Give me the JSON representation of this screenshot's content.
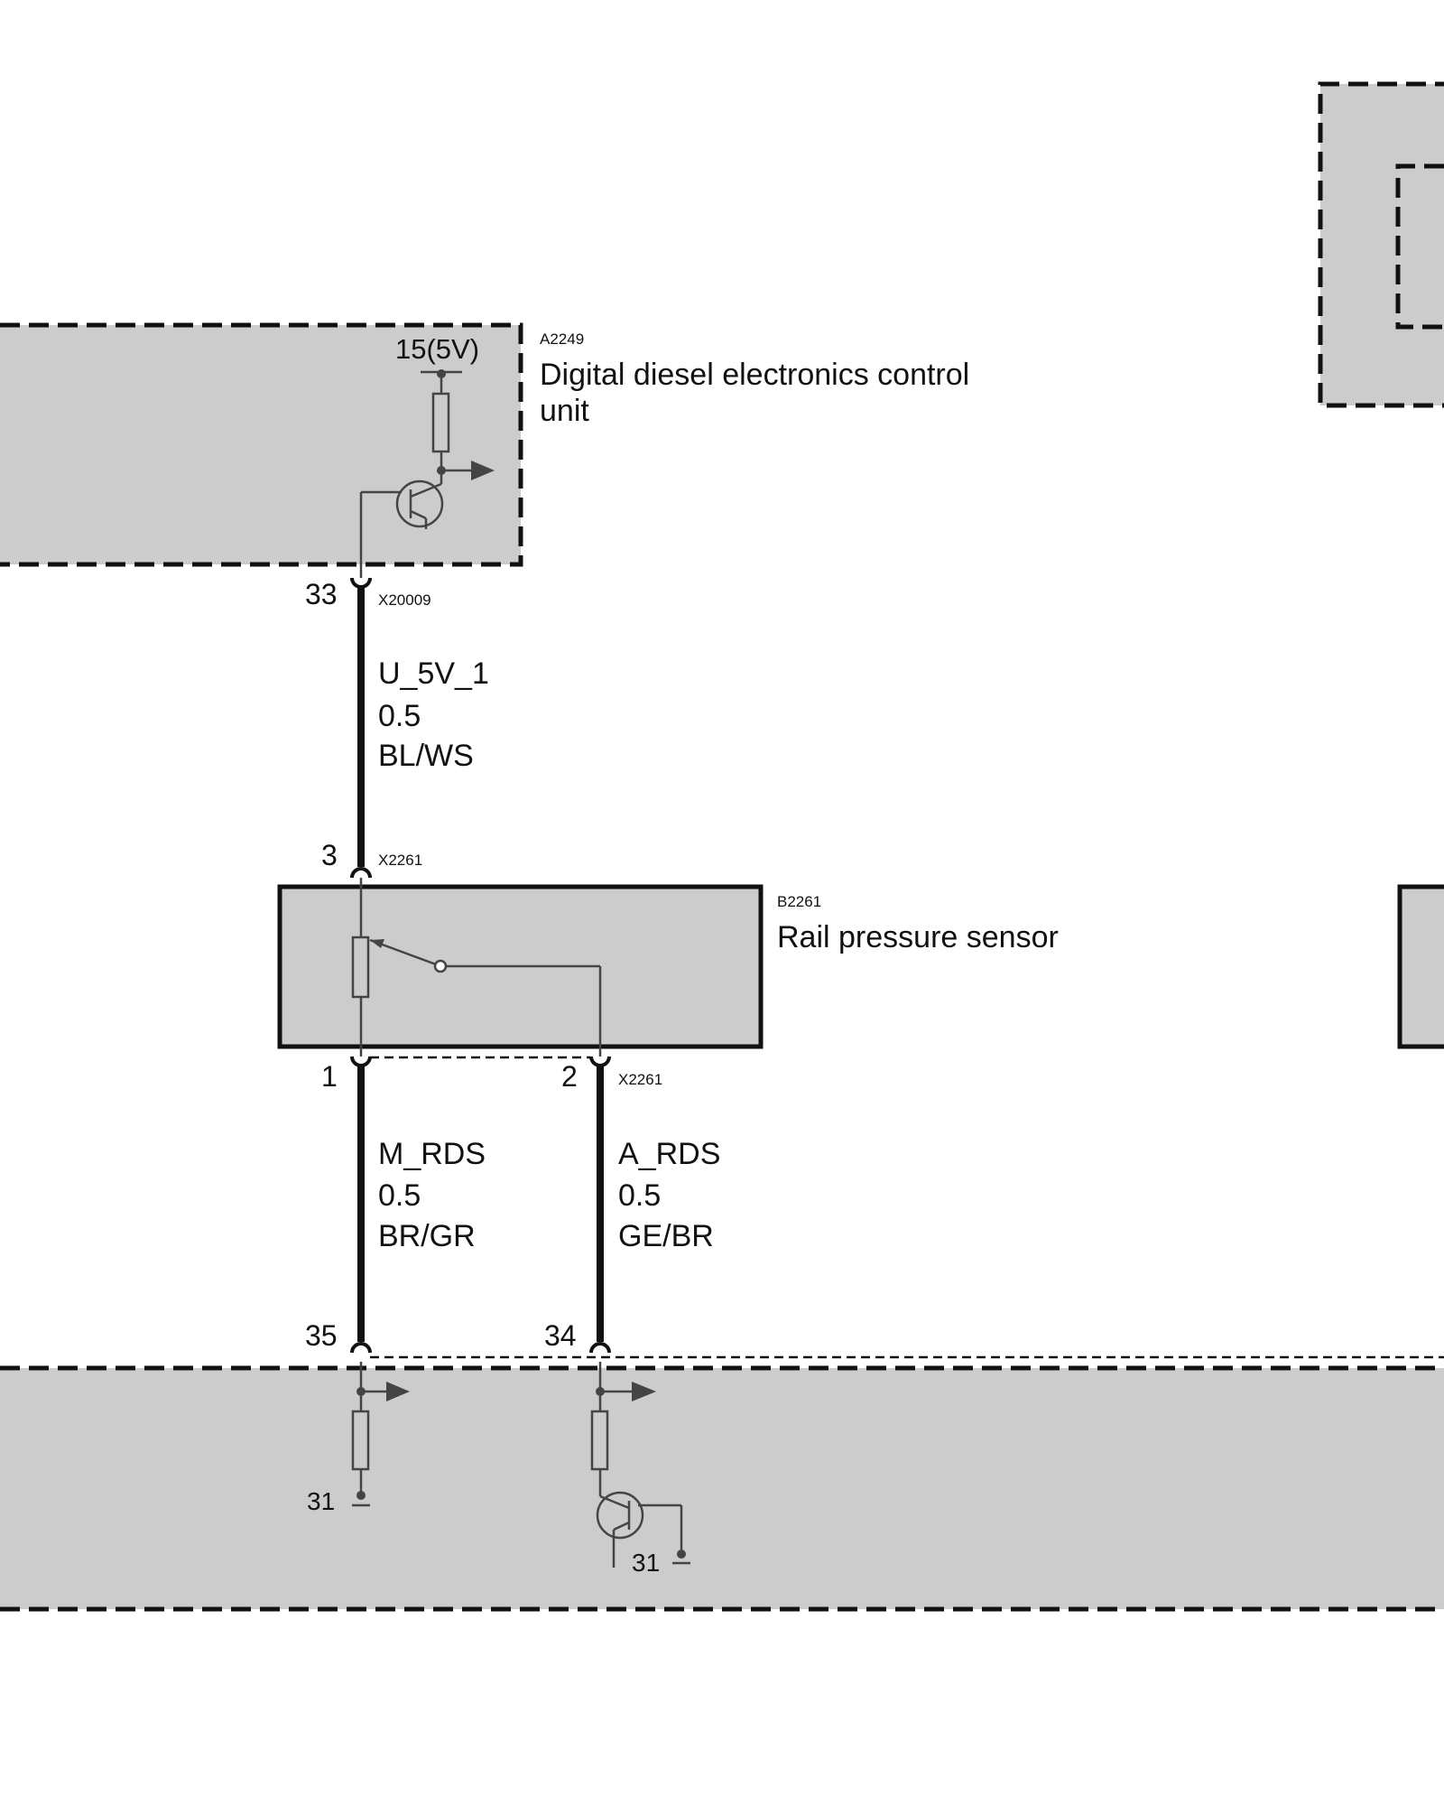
{
  "colors": {
    "box_fill": "#cccccc",
    "line": "#111111",
    "component_line": "#444444",
    "background": "#ffffff"
  },
  "control_unit": {
    "code": "A2249",
    "name_line1": "Digital diesel electronics control",
    "name_line2": "unit",
    "supply_label": "15(5V)"
  },
  "sensor": {
    "code": "B2261",
    "name": "Rail pressure sensor"
  },
  "connectors": {
    "top": "X20009",
    "sensor_top": "X2261",
    "sensor_bottom": "X2261"
  },
  "pins": {
    "ecu_supply": "33",
    "sensor_supply": "3",
    "sensor_ground": "1",
    "sensor_signal": "2",
    "ecu_ground": "35",
    "ecu_signal": "34"
  },
  "wires": {
    "supply": {
      "signal": "U_5V_1",
      "gauge": "0.5",
      "color": "BL/WS"
    },
    "ground": {
      "signal": "M_RDS",
      "gauge": "0.5",
      "color": "BR/GR"
    },
    "signal": {
      "signal": "A_RDS",
      "gauge": "0.5",
      "color": "GE/BR"
    }
  },
  "grounds": {
    "left": "31",
    "right": "31"
  },
  "icons": [
    "resistor-icon",
    "transistor-icon",
    "output-arrow-icon",
    "ground-symbol-icon",
    "potentiometer-icon"
  ]
}
